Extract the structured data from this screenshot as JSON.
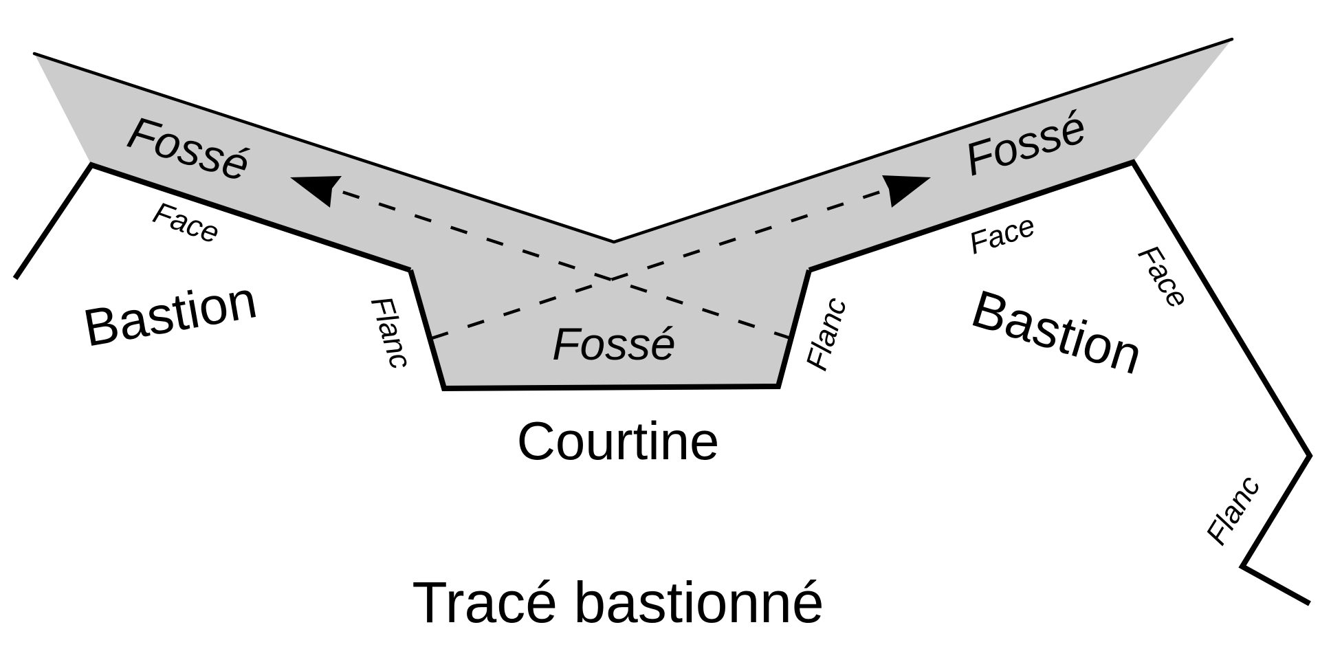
{
  "colors": {
    "ditch_fill": "#cccccc",
    "line": "#000000",
    "background": "#ffffff"
  },
  "labels": {
    "title": "Tracé bastionné",
    "courtine": "Courtine",
    "bastion_left": "Bastion",
    "bastion_right": "Bastion",
    "fosse_left": "Fossé",
    "fosse_right": "Fossé",
    "fosse_center": "Fossé",
    "face_left": "Face",
    "face_right": "Face",
    "face_far_right": "Face",
    "flanc_left": "Flanc",
    "flanc_center_right": "Flanc",
    "flanc_far_right": "Flanc"
  }
}
